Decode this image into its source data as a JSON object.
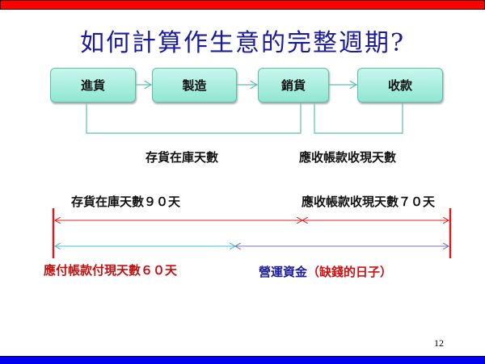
{
  "title": "如何計算作生意的完整週期?",
  "steps": [
    "進貨",
    "製造",
    "銷貨",
    "收款"
  ],
  "upper_labels": {
    "inventory": "存貨在庫天數",
    "receivable": "應收帳款收現天數"
  },
  "timeline": {
    "inventory": "存貨在庫天數９０天",
    "receivable": "應收帳款收現天數７０天",
    "payable": "應付帳款付現天數６０天",
    "working_capital": "營運資金",
    "working_capital_note": "（缺錢的日子）"
  },
  "page_number": "12",
  "colors": {
    "red": "#e02020",
    "blue": "#1a1a9a",
    "cyan": "#40c0d0",
    "purple": "#7070c0"
  }
}
